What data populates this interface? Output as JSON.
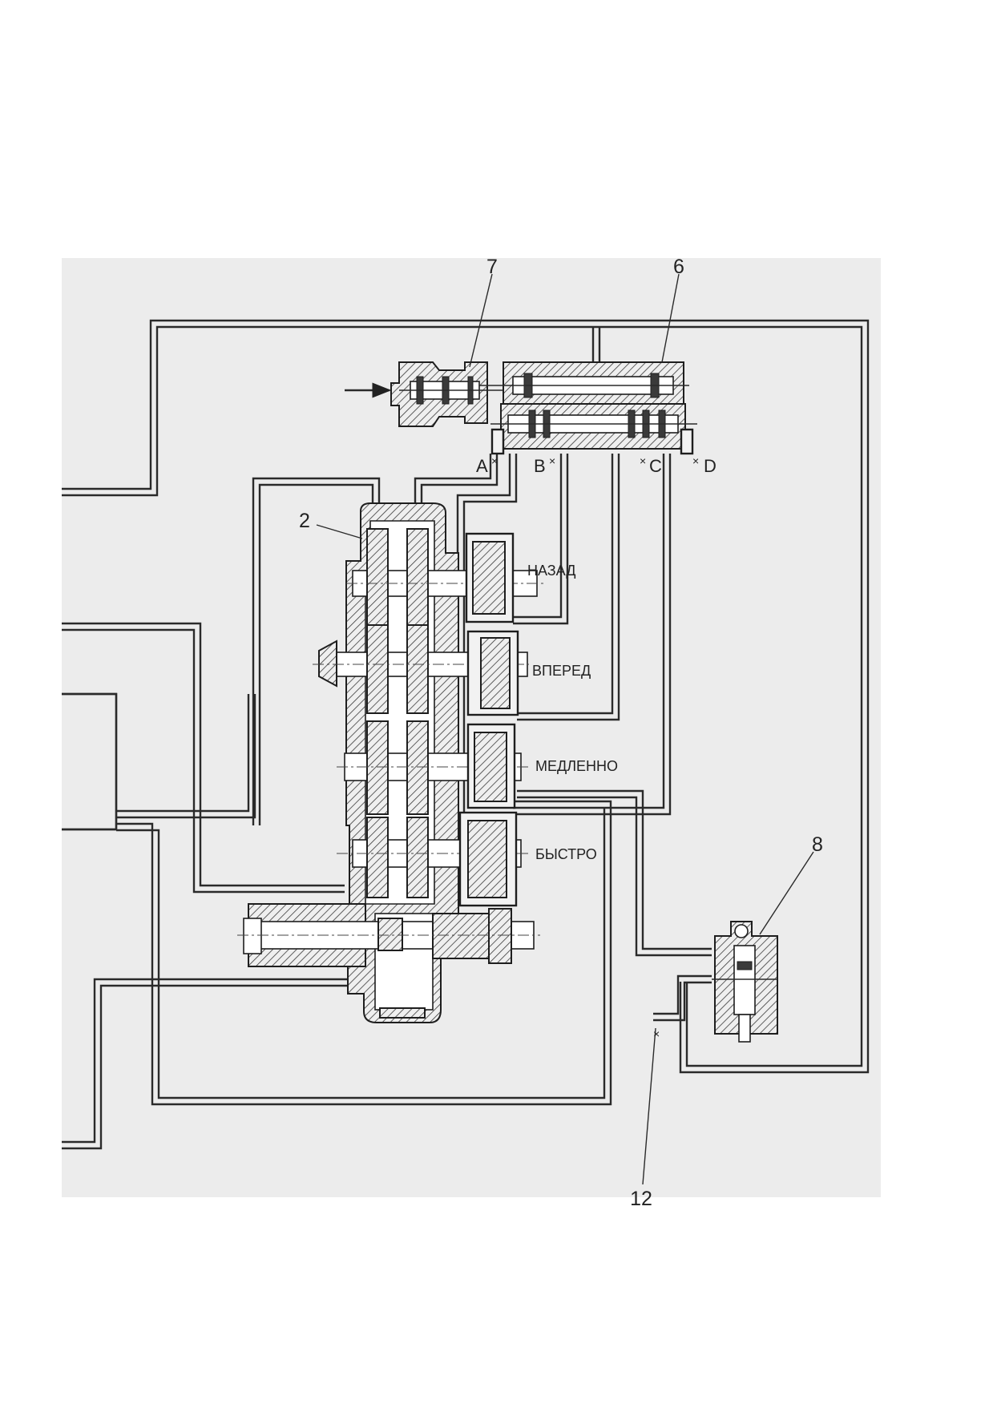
{
  "callouts": {
    "part_2": "2",
    "part_6": "6",
    "part_7": "7",
    "part_8": "8",
    "part_12": "12"
  },
  "ports": {
    "a": "A",
    "b": "B",
    "c": "C",
    "d": "D",
    "cross": "×"
  },
  "clutch_labels": {
    "reverse": "НАЗАД",
    "forward": "ВПЕРЕД",
    "slow": "МЕДЛЕННО",
    "fast": "БЫСТРО"
  }
}
